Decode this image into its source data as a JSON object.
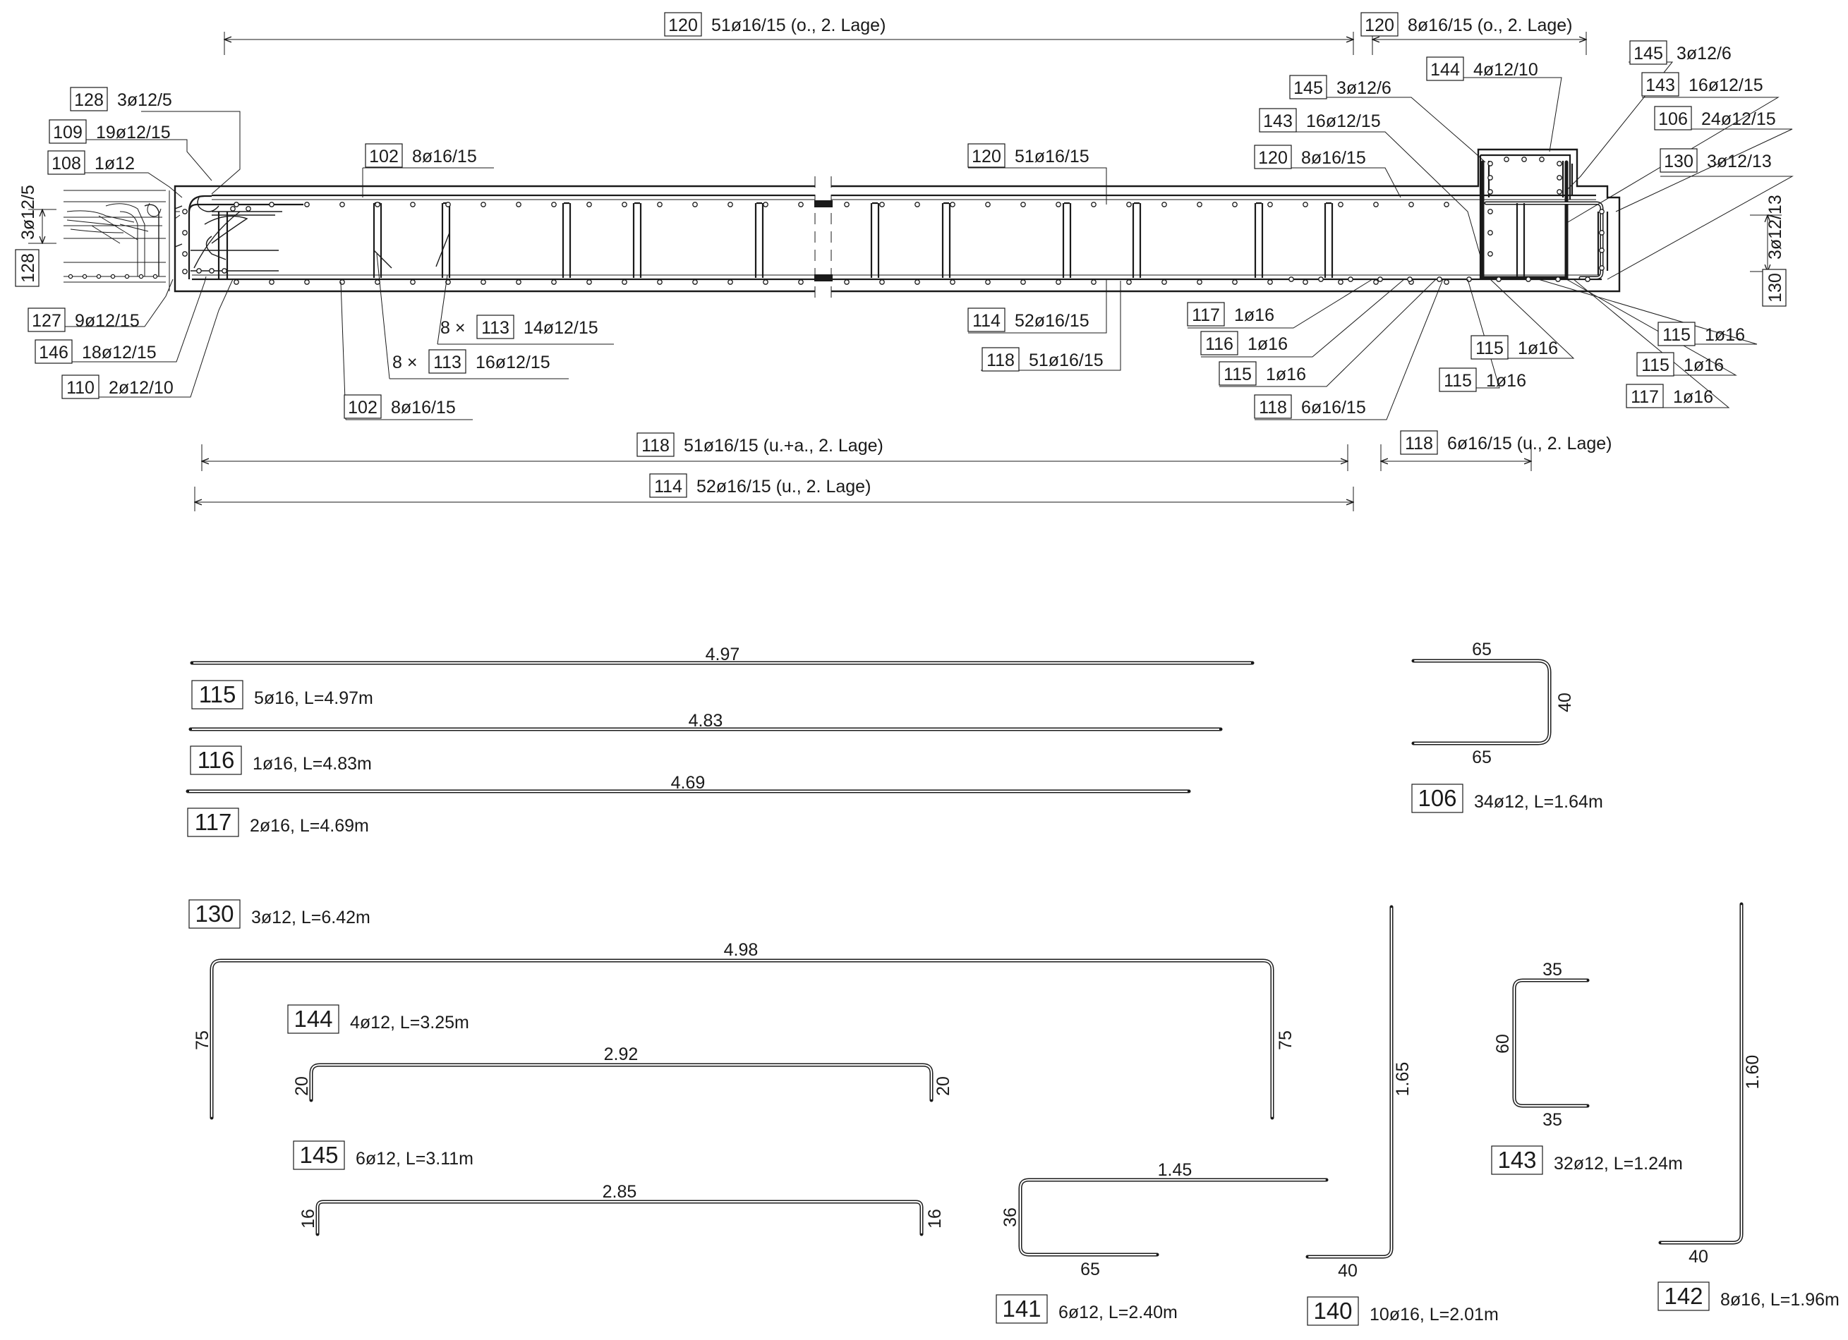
{
  "section_top": [
    {
      "pos": "120",
      "text": "51ø16/15  (o., 2. Lage)"
    },
    {
      "pos": "120",
      "text": "8ø16/15  (o., 2. Lage)"
    }
  ],
  "section_left": [
    {
      "pos": "128",
      "text": "3ø12/5"
    },
    {
      "pos": "109",
      "text": "19ø12/15"
    },
    {
      "pos": "108",
      "text": "1ø12"
    },
    {
      "pos": "127",
      "text": "9ø12/15"
    },
    {
      "pos": "146",
      "text": "18ø12/15"
    },
    {
      "pos": "110",
      "text": "2ø12/10"
    }
  ],
  "section_left_vertical": {
    "pos": "128",
    "text": "3ø12/5"
  },
  "section_middle": [
    {
      "pos": "102",
      "text": "8ø16/15"
    },
    {
      "pos": "113",
      "text": "14ø12/15",
      "prefix": "8 ×"
    },
    {
      "pos": "113",
      "text": "16ø12/15",
      "prefix": "8 ×"
    },
    {
      "pos": "102",
      "text": "8ø16/15"
    },
    {
      "pos": "120",
      "text": "51ø16/15"
    },
    {
      "pos": "114",
      "text": "52ø16/15"
    },
    {
      "pos": "118",
      "text": "51ø16/15"
    }
  ],
  "section_right": [
    {
      "pos": "144",
      "text": "4ø12/10"
    },
    {
      "pos": "145",
      "text": "3ø12/6"
    },
    {
      "pos": "145",
      "text": "3ø12/6"
    },
    {
      "pos": "143",
      "text": "16ø12/15"
    },
    {
      "pos": "143",
      "text": "16ø12/15"
    },
    {
      "pos": "106",
      "text": "24ø12/15"
    },
    {
      "pos": "120",
      "text": "8ø16/15"
    },
    {
      "pos": "130",
      "text": "3ø12/13"
    },
    {
      "pos": "117",
      "text": "1ø16"
    },
    {
      "pos": "116",
      "text": "1ø16"
    },
    {
      "pos": "115",
      "text": "1ø16"
    },
    {
      "pos": "118",
      "text": "6ø16/15"
    },
    {
      "pos": "115",
      "text": "1ø16"
    },
    {
      "pos": "115",
      "text": "1ø16"
    },
    {
      "pos": "115",
      "text": "1ø16"
    },
    {
      "pos": "115",
      "text": "1ø16"
    },
    {
      "pos": "117",
      "text": "1ø16"
    }
  ],
  "section_right_vertical": {
    "pos": "130",
    "text": "3ø12/13"
  },
  "section_bottom": [
    {
      "pos": "118",
      "text": "51ø16/15  (u.+a., 2. Lage)"
    },
    {
      "pos": "118",
      "text": "6ø16/15  (u., 2. Lage)"
    },
    {
      "pos": "114",
      "text": "52ø16/15  (u., 2. Lage)"
    }
  ],
  "bending_schedule": [
    {
      "pos": "115",
      "spec": "5ø16, L=4.97m",
      "dims": [
        "4.97"
      ]
    },
    {
      "pos": "116",
      "spec": "1ø16, L=4.83m",
      "dims": [
        "4.83"
      ]
    },
    {
      "pos": "117",
      "spec": "2ø16, L=4.69m",
      "dims": [
        "4.69"
      ]
    },
    {
      "pos": "106",
      "spec": "34ø12, L=1.64m",
      "dims": [
        "65",
        "40",
        "65"
      ]
    },
    {
      "pos": "130",
      "spec": "3ø12, L=6.42m",
      "dims": [
        "4.98",
        "75",
        "75"
      ]
    },
    {
      "pos": "144",
      "spec": "4ø12, L=3.25m",
      "dims": [
        "2.92",
        "20",
        "20"
      ]
    },
    {
      "pos": "145",
      "spec": "6ø12, L=3.11m",
      "dims": [
        "2.85",
        "16",
        "16"
      ]
    },
    {
      "pos": "141",
      "spec": "6ø12, L=2.40m",
      "dims": [
        "1.45",
        "36",
        "65"
      ]
    },
    {
      "pos": "140",
      "spec": "10ø16, L=2.01m",
      "dims": [
        "1.65",
        "40"
      ]
    },
    {
      "pos": "143",
      "spec": "32ø12, L=1.24m",
      "dims": [
        "35",
        "60",
        "35"
      ]
    },
    {
      "pos": "142",
      "spec": "8ø16, L=1.96m",
      "dims": [
        "1.60",
        "40"
      ]
    }
  ]
}
